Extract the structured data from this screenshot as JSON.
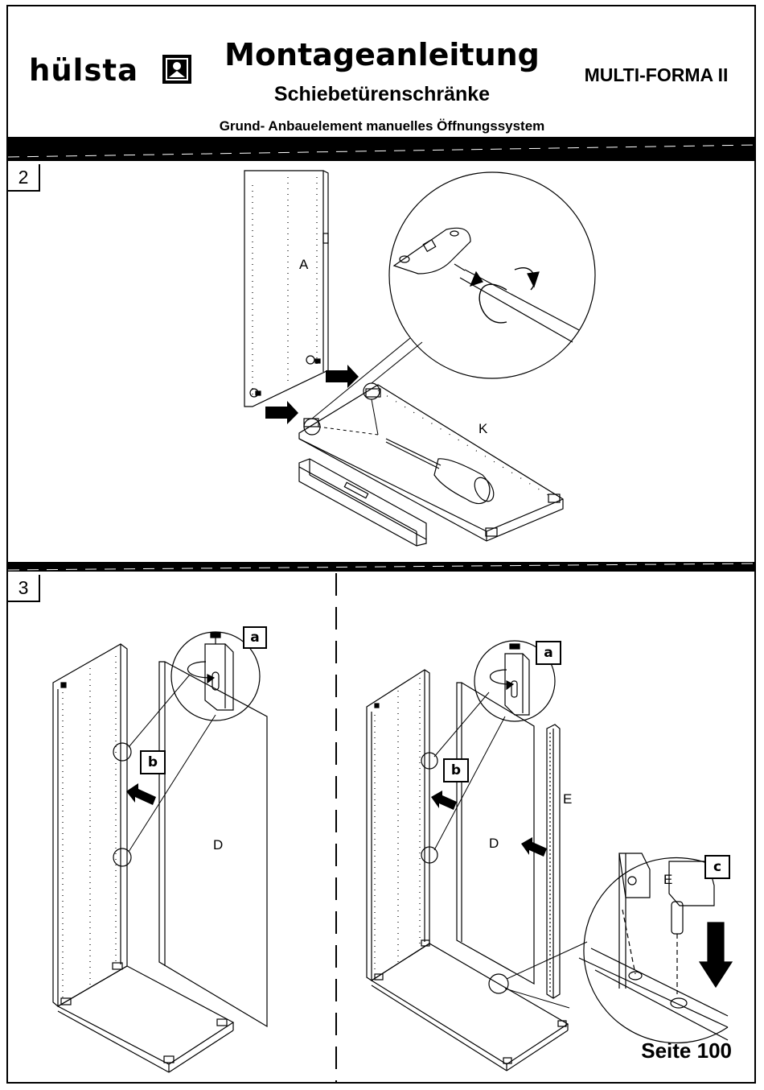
{
  "header": {
    "brand": "hülsta",
    "title": "Montageanleitung",
    "subtitle": "Schiebetürenschränke",
    "model": "MULTI-FORMA II",
    "subline": "Grund- Anbauelement manuelles Öffnungssystem"
  },
  "steps": [
    {
      "number": "2",
      "labels": {
        "panel_a": "A",
        "panel_k": "K"
      }
    },
    {
      "number": "3",
      "labels": {
        "panel_d_left": "D",
        "panel_d_right": "D",
        "rail_e": "E",
        "detail_e": "E",
        "callout_a": "a",
        "callout_b": "b",
        "callout_c": "c"
      }
    }
  ],
  "footer": {
    "page": "Seite 100"
  },
  "colors": {
    "ink": "#000000",
    "paper": "#ffffff"
  }
}
